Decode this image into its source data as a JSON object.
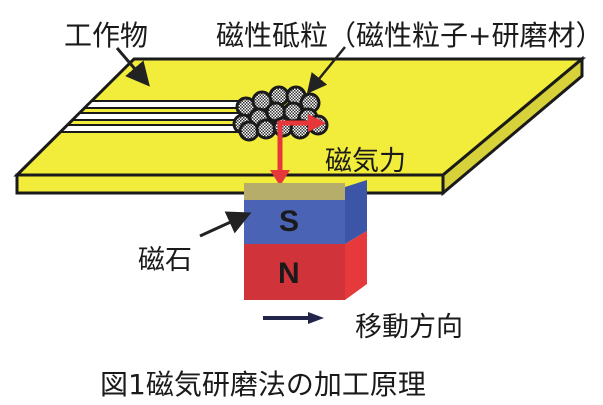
{
  "labels": {
    "workpiece": "工作物",
    "magnetic_abrasive": "磁性砥粒（磁性粒子+研磨材）",
    "magnetic_force": "磁気力",
    "magnet": "磁石",
    "south_pole": "S",
    "north_pole": "N",
    "movement_direction": "移動方向",
    "caption": "図1磁気研磨法の加工原理"
  },
  "colors": {
    "workpiece": "#f2ec3a",
    "workpiece_side": "#d7d23a",
    "south": "#4a63b4",
    "north": "#d7373a",
    "force_arrow": "#e8373a",
    "direction_arrow": "#23244a"
  }
}
